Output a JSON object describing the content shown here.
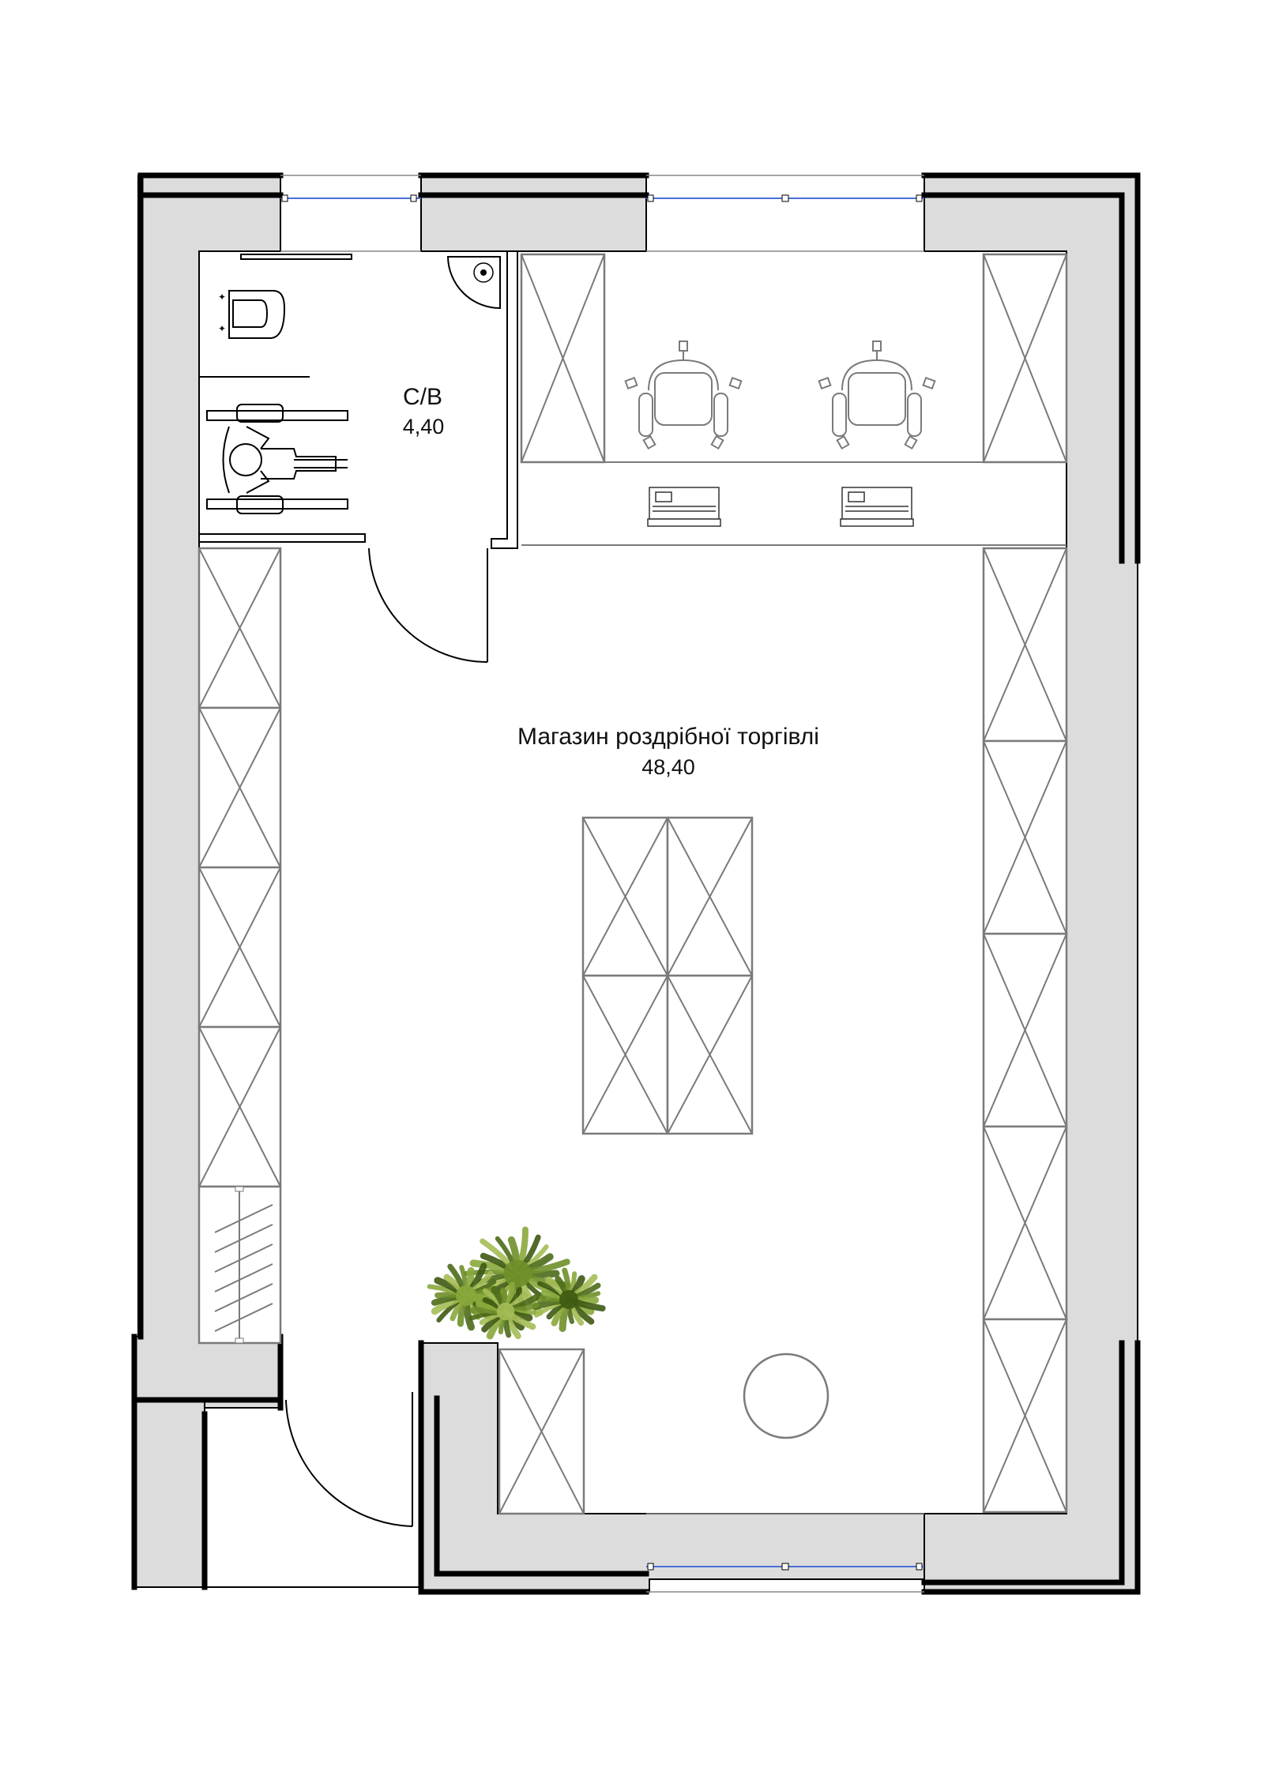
{
  "rooms": {
    "bathroom": {
      "name": "С/В",
      "area": "4,40"
    },
    "shop": {
      "name": "Магазин роздрібної торгівлі",
      "area": "48,40"
    }
  },
  "colors": {
    "wall_fill": "#dcdcdc",
    "wall_line": "#000000",
    "glazing": "#4a6fd8",
    "furniture_line": "#7a7a7a",
    "plant_green": "#6f8f2a"
  },
  "icons": [
    "toilet-icon",
    "sink-icon",
    "wheelchair-icon",
    "office-chair-icon",
    "laptop-icon",
    "plant-icon",
    "round-table-icon",
    "door-swing-icon"
  ]
}
